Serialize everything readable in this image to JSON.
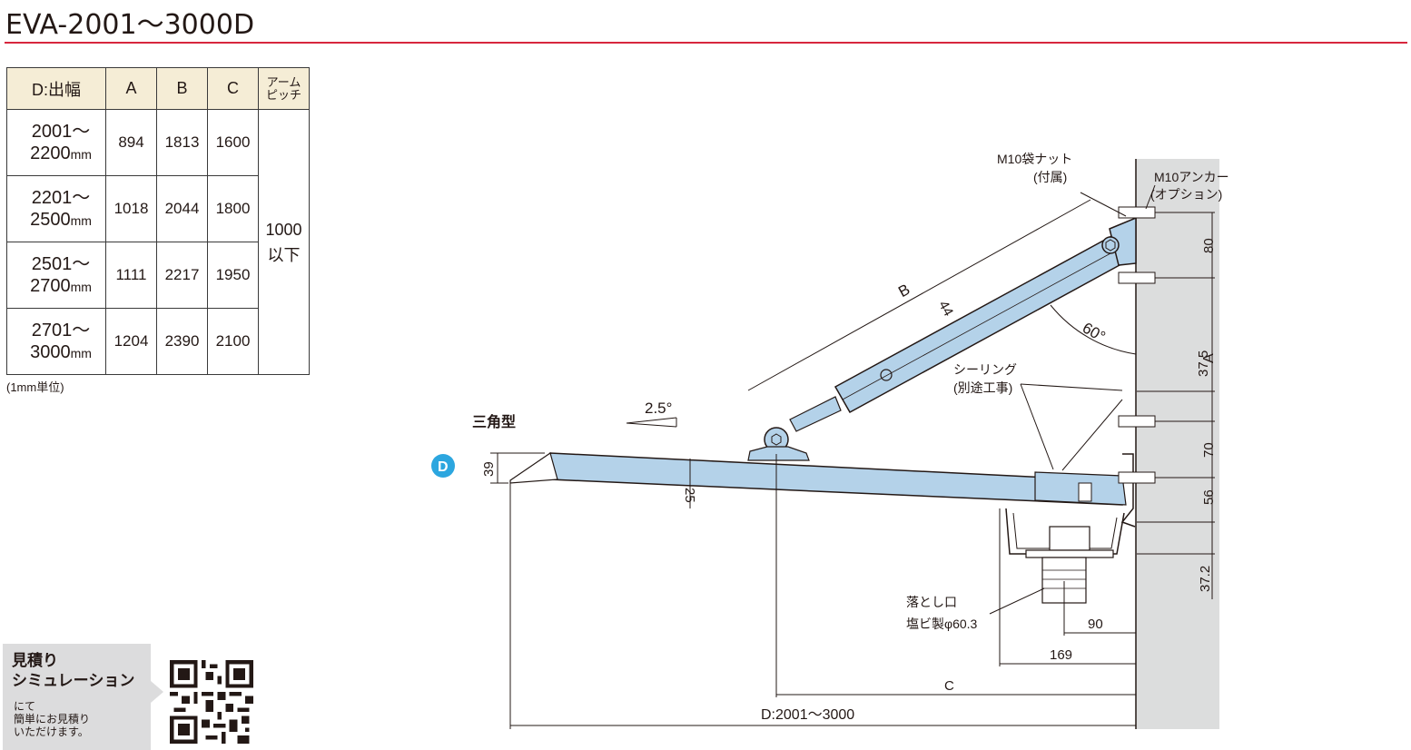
{
  "title": "EVA-2001～3000D",
  "table": {
    "headers": [
      "D:出幅",
      "A",
      "B",
      "C",
      "アーム\nピッチ"
    ],
    "rows": [
      {
        "range_top": "2001～",
        "range_bottom": "2200",
        "unit": "mm",
        "A": "894",
        "B": "1813",
        "C": "1600"
      },
      {
        "range_top": "2201～",
        "range_bottom": "2500",
        "unit": "mm",
        "A": "1018",
        "B": "2044",
        "C": "1800"
      },
      {
        "range_top": "2501～",
        "range_bottom": "2700",
        "unit": "mm",
        "A": "1111",
        "B": "2217",
        "C": "1950"
      },
      {
        "range_top": "2701～",
        "range_bottom": "3000",
        "unit": "mm",
        "A": "1204",
        "B": "2390",
        "C": "2100"
      }
    ],
    "pitch_value": "1000",
    "pitch_suffix": "以下",
    "unit_note": "(1mm単位)"
  },
  "diagram": {
    "type_label": "三角型",
    "badge": "D",
    "slope": "2.5°",
    "labels": {
      "nut_line1": "M10袋ナット",
      "nut_line2": "(付属)",
      "anchor_line1": "M10アンカー",
      "anchor_line2": "(オプション)",
      "seal_line1": "シーリング",
      "seal_line2": "(別途工事)",
      "drain_line1": "落とし口",
      "drain_line2": "塩ビ製φ60.3",
      "angle": "60°",
      "dim_B": "B",
      "dim_44": "44",
      "dim_39": "39",
      "dim_25": "25",
      "dim_80": "80",
      "dim_37_5": "37.5",
      "dim_A": "A",
      "dim_70": "70",
      "dim_56": "56",
      "dim_37_2": "37.2",
      "dim_90": "90",
      "dim_169": "169",
      "dim_C": "C",
      "dim_D": "D:2001～3000"
    }
  },
  "promo": {
    "title_line1": "見積り",
    "title_line2": "シミュレーション",
    "sub_line1": "にて",
    "sub_line2": "簡単にお見積り",
    "sub_line3": "いただけます。"
  },
  "colors": {
    "accent_rule": "#d7263d",
    "table_header_bg": "#f5edd6",
    "arm_fill": "#b4d2e9",
    "wall_fill": "#dcdddd",
    "badge": "#2ca6df",
    "promo_bg": "#dcdcdd"
  }
}
